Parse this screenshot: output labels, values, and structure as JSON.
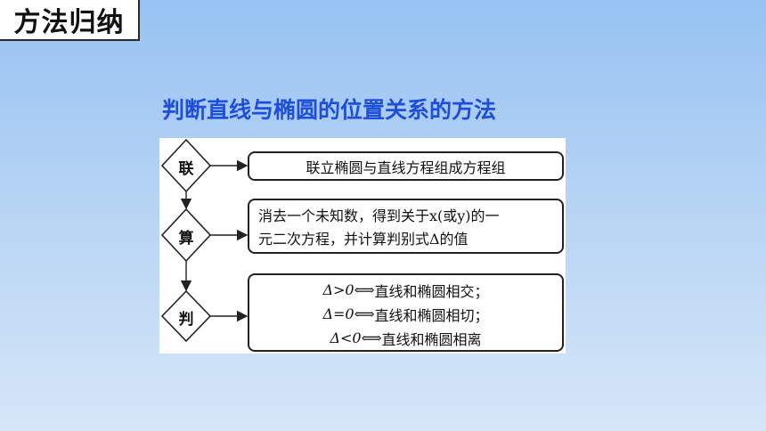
{
  "title": "方法归纳",
  "heading": "判断直线与椭圆的位置关系的方法",
  "steps": [
    {
      "label": "联",
      "text": "联立椭圆与直线方程组成方程组"
    },
    {
      "label": "算",
      "line1": "消去一个未知数，得到关于x(或y)的一",
      "line2": "元二次方程，并计算判别式Δ的值"
    },
    {
      "label": "判",
      "conditions": [
        {
          "cond": "Δ>0",
          "arrow": "⟺",
          "result": "直线和椭圆相交；"
        },
        {
          "cond": "Δ=0",
          "arrow": "⟺",
          "result": "直线和椭圆相切；"
        },
        {
          "cond": "Δ<0",
          "arrow": "⟺",
          "result": "直线和椭圆相离"
        }
      ]
    }
  ]
}
